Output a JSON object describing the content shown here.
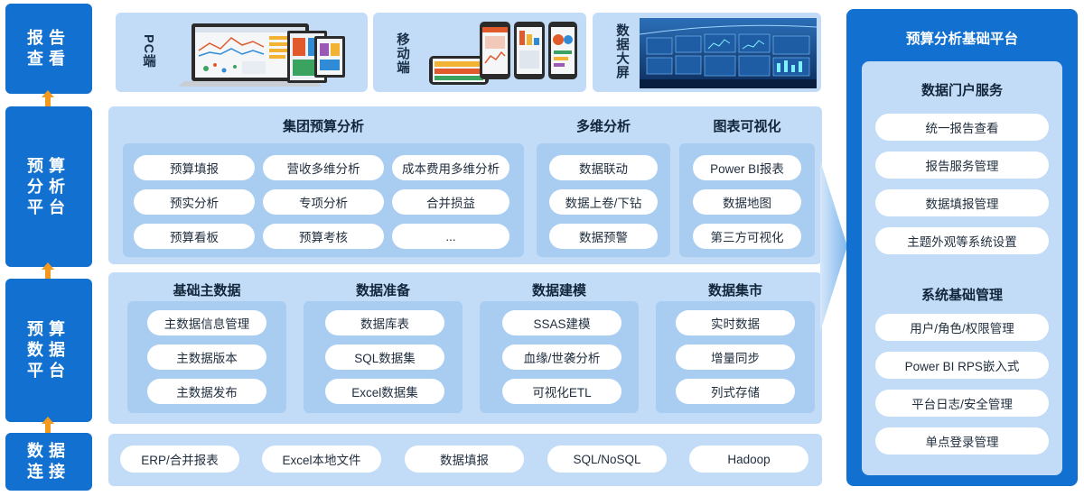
{
  "left_column": {
    "report_view": "报告查看",
    "budget_analysis": "预算分析平台",
    "budget_data": "预算数据平台",
    "data_connection": "数据连接"
  },
  "display": {
    "pc": "PC端",
    "mobile": "移动端",
    "big_screen": "数据大屏"
  },
  "analysis": {
    "group_title": "集团预算分析",
    "group_items": [
      "预算填报",
      "营收多维分析",
      "成本费用多维分析",
      "预实分析",
      "专项分析",
      "合并损益",
      "预算看板",
      "预算考核",
      "..."
    ],
    "multi_title": "多维分析",
    "multi_items": [
      "数据联动",
      "数据上卷/下钻",
      "数据预警"
    ],
    "viz_title": "图表可视化",
    "viz_items": [
      "Power BI报表",
      "数据地图",
      "第三方可视化"
    ]
  },
  "data_platform": {
    "sections": [
      {
        "title": "基础主数据",
        "items": [
          "主数据信息管理",
          "主数据版本",
          "主数据发布"
        ]
      },
      {
        "title": "数据准备",
        "items": [
          "数据库表",
          "SQL数据集",
          "Excel数据集"
        ]
      },
      {
        "title": "数据建模",
        "items": [
          "SSAS建模",
          "血缘/世袭分析",
          "可视化ETL"
        ]
      },
      {
        "title": "数据集市",
        "items": [
          "实时数据",
          "增量同步",
          "列式存储"
        ]
      }
    ]
  },
  "connections": [
    "ERP/合并报表",
    "Excel本地文件",
    "数据填报",
    "SQL/NoSQL",
    "Hadoop"
  ],
  "platform": {
    "title": "预算分析基础平台",
    "portal_title": "数据门户服务",
    "portal_items": [
      "统一报告查看",
      "报告服务管理",
      "数据填报管理",
      "主题外观等系统设置"
    ],
    "system_title": "系统基础管理",
    "system_items": [
      "用户/角色/权限管理",
      "Power BI RPS嵌入式",
      "平台日志/安全管理",
      "单点登录管理"
    ]
  },
  "colors": {
    "primary_blue": "#1170d0",
    "panel_blue": "#c2dcf7",
    "subpanel_blue": "#a9cdf1",
    "arrow_orange": "#f39a1e"
  },
  "icons": {
    "laptop": "laptop-dashboard-icon",
    "phone": "mobile-phones-icon",
    "screen": "big-screen-icon"
  }
}
